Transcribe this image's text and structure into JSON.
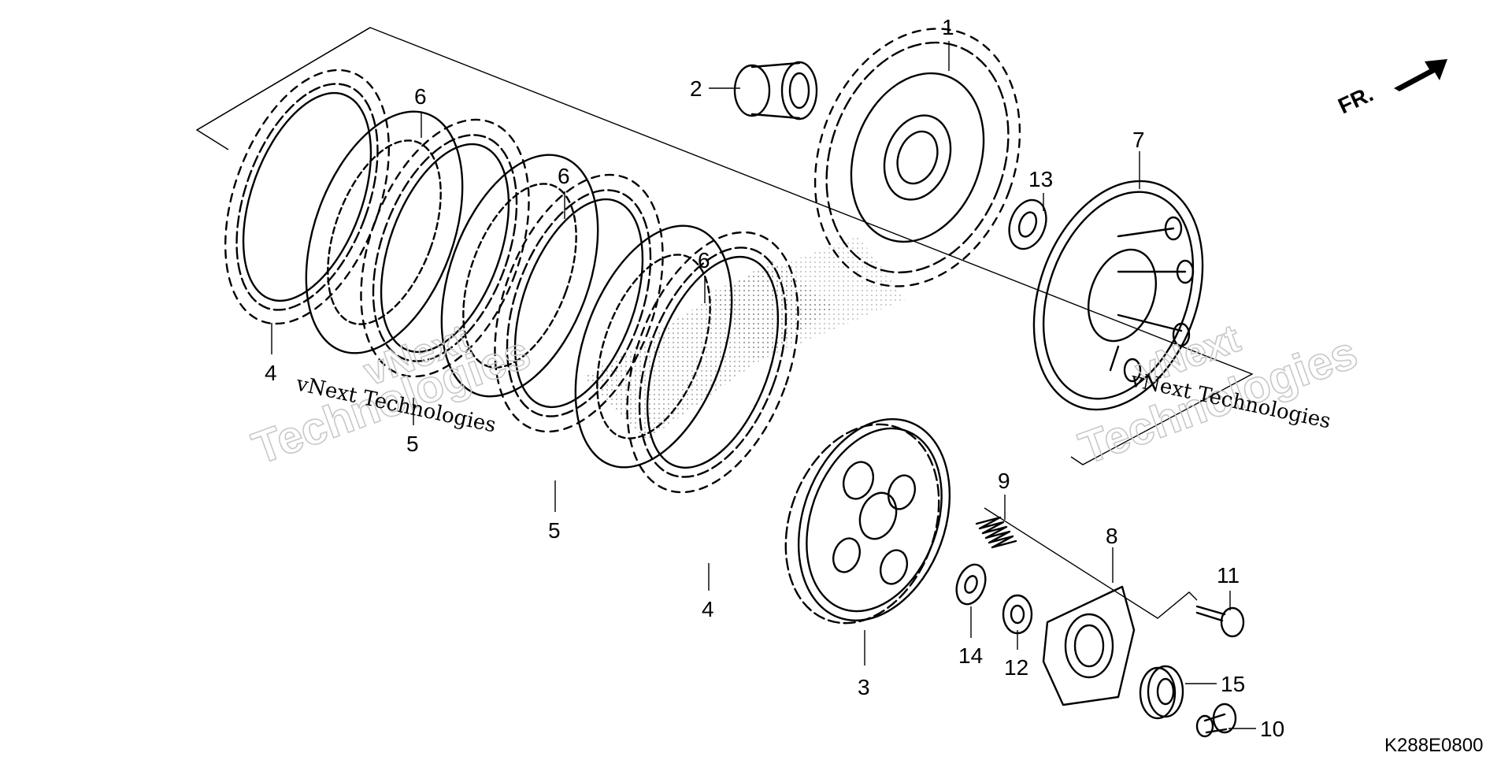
{
  "diagram": {
    "code": "K288E0800",
    "front_label": "FR.",
    "watermark": {
      "brand": "vNext",
      "company": "Technologies",
      "small_text": "vNext Technologies"
    },
    "callouts": [
      {
        "id": "c1",
        "label": "1"
      },
      {
        "id": "c2",
        "label": "2"
      },
      {
        "id": "c3",
        "label": "3"
      },
      {
        "id": "c4a",
        "label": "4"
      },
      {
        "id": "c4b",
        "label": "4"
      },
      {
        "id": "c5a",
        "label": "5"
      },
      {
        "id": "c5b",
        "label": "5"
      },
      {
        "id": "c6a",
        "label": "6"
      },
      {
        "id": "c6b",
        "label": "6"
      },
      {
        "id": "c6c",
        "label": "6"
      },
      {
        "id": "c7",
        "label": "7"
      },
      {
        "id": "c8",
        "label": "8"
      },
      {
        "id": "c9",
        "label": "9"
      },
      {
        "id": "c10",
        "label": "10"
      },
      {
        "id": "c11",
        "label": "11"
      },
      {
        "id": "c12",
        "label": "12"
      },
      {
        "id": "c13",
        "label": "13"
      },
      {
        "id": "c14",
        "label": "14"
      },
      {
        "id": "c15",
        "label": "15"
      }
    ]
  }
}
